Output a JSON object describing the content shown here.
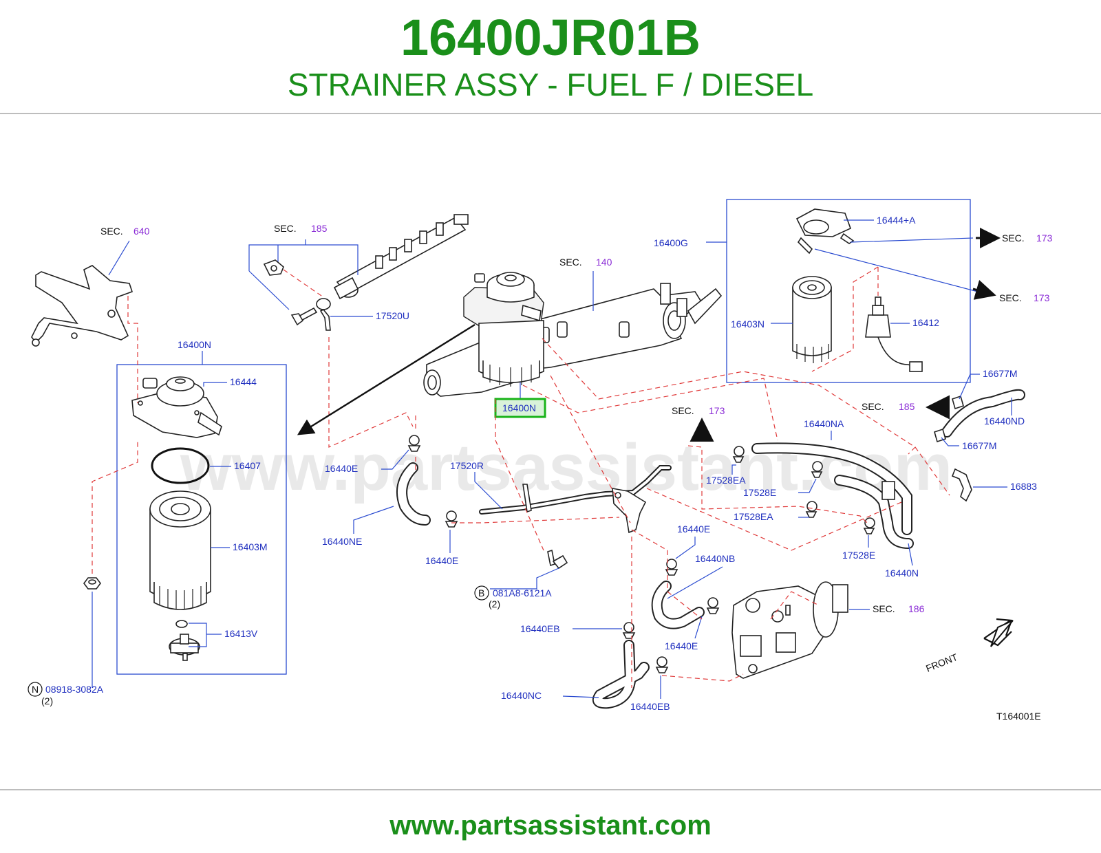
{
  "header": {
    "part_number": "16400JR01B",
    "description": "STRAINER ASSY - FUEL F / DIESEL"
  },
  "footer": {
    "url": "www.partsassistant.com"
  },
  "watermark": "www.partsassistant.com",
  "colors": {
    "brand_green": "#1a8f1a",
    "label_blue": "#1f2fbf",
    "section_purple": "#8a2bd6",
    "leader_dash_red": "#e03a3a",
    "highlight_box": "#19b319"
  },
  "diagram": {
    "sec_word": "SEC.",
    "sections": {
      "s640": "640",
      "s185a": "185",
      "s140": "140",
      "s173a": "173",
      "s173b": "173",
      "s173c": "173",
      "s185b": "185",
      "s186": "186"
    },
    "labels": {
      "p16400N_group": "16400N",
      "p16444": "16444",
      "p16407": "16407",
      "p16403M": "16403M",
      "p16413V": "16413V",
      "n08918": "08918-3082A",
      "n08918_qty": "(2)",
      "n_badge": "N",
      "b_badge": "B",
      "b081A8": "081A8-6121A",
      "b081A8_qty": "(2)",
      "p17520U": "17520U",
      "p16400N_hl": "16400N",
      "p16400G": "16400G",
      "p16444A": "16444+A",
      "p16403N": "16403N",
      "p16412": "16412",
      "p16677M_a": "16677M",
      "p16677M_b": "16677M",
      "p16440ND": "16440ND",
      "p16440NA": "16440NA",
      "p16883": "16883",
      "p16440E_a": "16440E",
      "p17520R": "17520R",
      "p17528EA_a": "17528EA",
      "p17528E_a": "17528E",
      "p17528EA_b": "17528EA",
      "p16440NE": "16440NE",
      "p16440E_b": "16440E",
      "p16440E_c": "16440E",
      "p16440NB": "16440NB",
      "p17528E_b": "17528E",
      "p16440N_b": "16440N",
      "p16440EB_a": "16440EB",
      "p16440E_d": "16440E",
      "p16440NC": "16440NC",
      "p16440EB_b": "16440EB",
      "front": "FRONT",
      "ref_code": "T164001E"
    }
  }
}
